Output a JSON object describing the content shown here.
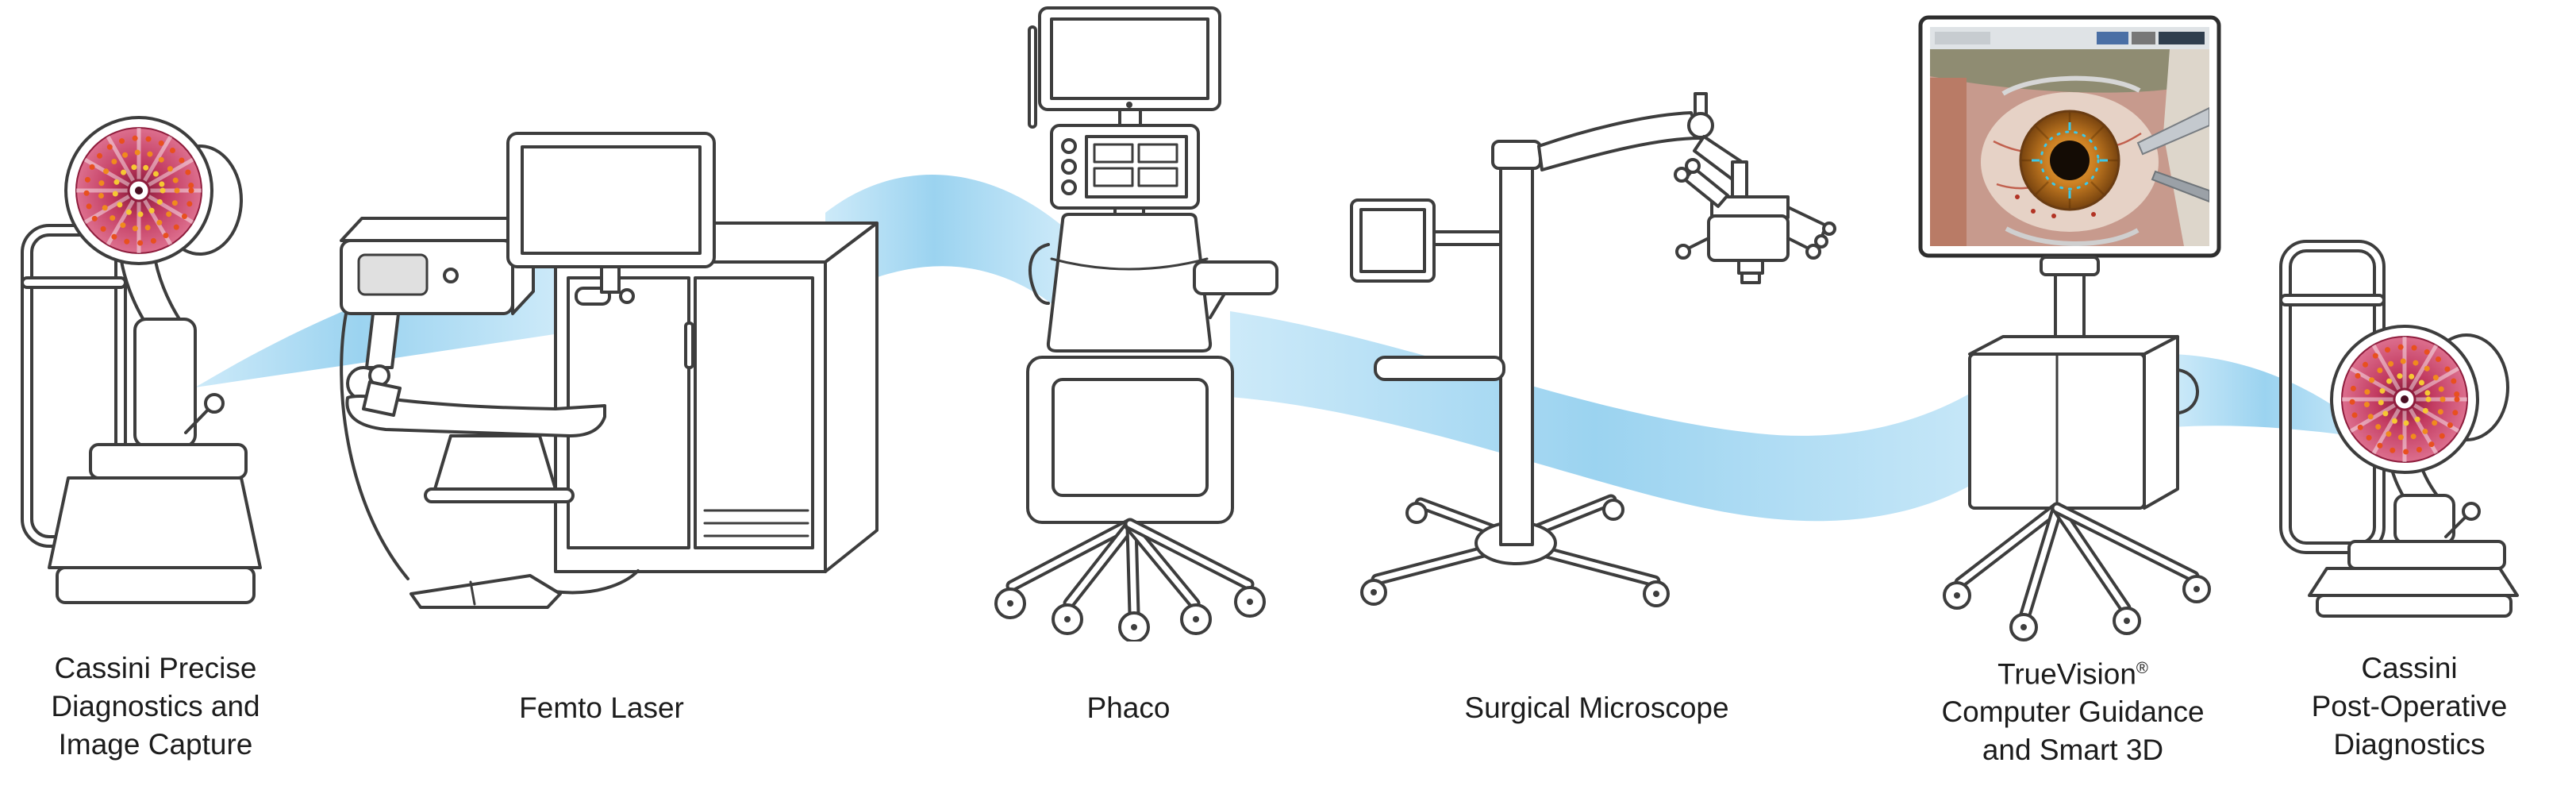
{
  "diagram": {
    "description": "Cataract surgery workflow equipment diagram connected by blue flow ribbons",
    "flow": {
      "direction": "left-to-right",
      "color": "#9bd3f0",
      "edge_color": "#cdeaf9",
      "segments": [
        {
          "from": "cassini-preop",
          "to": "femto-laser"
        },
        {
          "from": "femto-laser",
          "to": "phaco"
        },
        {
          "from": "phaco",
          "to": "surgical-microscope"
        },
        {
          "from": "surgical-microscope",
          "to": "truevision"
        },
        {
          "from": "truevision",
          "to": "cassini-postop"
        }
      ]
    },
    "devices": [
      {
        "name": "cassini-preop",
        "label_lines": [
          "Cassini Precise",
          "Diagnostics and",
          "Image Capture"
        ]
      },
      {
        "name": "femto-laser",
        "label_lines": [
          "Femto Laser"
        ]
      },
      {
        "name": "phaco",
        "label_lines": [
          "Phaco"
        ]
      },
      {
        "name": "surgical-microscope",
        "label_lines": [
          "Surgical Microscope"
        ]
      },
      {
        "name": "truevision",
        "label_lines": [
          "TrueVision",
          "Computer Guidance",
          "and Smart 3D"
        ],
        "registered_mark": "®"
      },
      {
        "name": "cassini-postop",
        "label_lines": [
          "Cassini",
          "Post-Operative",
          "Diagnostics"
        ]
      }
    ],
    "colors": {
      "line_art": "#3d3d3d",
      "label_text": "#1c1c1c",
      "disc_red_center": "#7e1634",
      "disc_red_mid": "#c23a60",
      "disc_pink_edge": "#dd6f8e",
      "disc_dots_yellow": "#f6c833",
      "disc_dots_orange": "#f08a1d",
      "disc_dots_redorange": "#e8501e",
      "iris_amber": "#cb7f22",
      "overlay_teal": "#3cc8e8",
      "skin_tone": "#c79a8d"
    }
  }
}
